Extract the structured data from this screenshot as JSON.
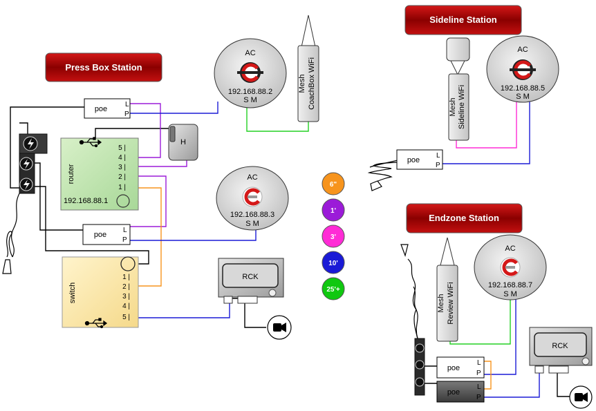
{
  "stations": {
    "pressbox": "Press Box Station",
    "sideline": "Sideline Station",
    "endzone": "Endzone Station"
  },
  "ac": {
    "label": "AC",
    "sm": "S M",
    "pressbox_top_ip": "192.168.88.2",
    "pressbox_bottom_ip": "192.168.88.3",
    "sideline_ip": "192.168.88.5",
    "endzone_ip": "192.168.88.7"
  },
  "mesh": {
    "coachbox_line1": "Mesh",
    "coachbox_line2": "CoachBox  WiFi",
    "sideline_line1": "Mesh",
    "sideline_line2": "Sideline  WiFi",
    "review_line1": "Mesh",
    "review_line2": "Review  WiFi"
  },
  "poe": {
    "label": "poe",
    "l": "L",
    "p": "P"
  },
  "router": {
    "label": "router",
    "ip": "192.168.88.1",
    "ports": [
      "5 |",
      "4 |",
      "3 |",
      "2 |",
      "1 |"
    ]
  },
  "switch": {
    "label": "switch",
    "ports": [
      "1 |",
      "2 |",
      "3 |",
      "4 |",
      "5 |"
    ]
  },
  "h_box": "H",
  "rck": "RCK",
  "legend": [
    {
      "label": "6\"",
      "color": "#f7941d"
    },
    {
      "label": "1'",
      "color": "#9b1bd8"
    },
    {
      "label": "3'",
      "color": "#ff2bd6"
    },
    {
      "label": "10'",
      "color": "#1a1ad6"
    },
    {
      "label": "25'+",
      "color": "#10c810"
    }
  ],
  "colors": {
    "orange": "#f7941d",
    "purple": "#9b1bd8",
    "magenta": "#ff2bd6",
    "blue": "#1a1ad6",
    "green": "#22d022",
    "station_red": "#a80808"
  }
}
